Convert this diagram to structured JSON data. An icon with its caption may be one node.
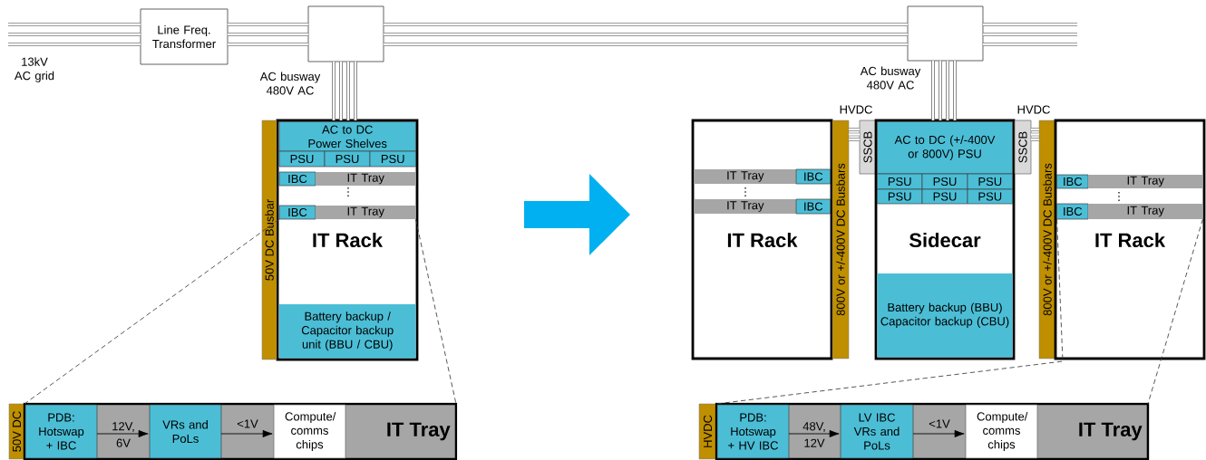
{
  "diagram": {
    "nodes": [
      {
        "text": [
          "Line Freq. Transformer"
        ]
      },
      {
        "text": [],
        "shape": "box"
      },
      {
        "text": [
          "IT Rack"
        ]
      },
      {
        "text": [
          "AC to DC Power Shelves"
        ],
        "in": 2
      },
      {
        "text": [
          "PSU"
        ],
        "in": 2
      },
      {
        "text": [
          "PSU"
        ],
        "in": 2
      },
      {
        "text": [
          "PSU"
        ],
        "in": 2
      },
      {
        "text": [
          "IBC"
        ],
        "in": 2
      },
      {
        "text": [
          "IT Tray"
        ],
        "in": 2
      },
      {
        "text": [
          "IBC"
        ],
        "in": 2
      },
      {
        "text": [
          "IT Tray"
        ],
        "in": 2
      },
      {
        "text": [
          "Battery backup / Capacitor backup unit (BBU / CBU)"
        ],
        "in": 2
      },
      {
        "text": [
          "50V DC Busbar"
        ]
      },
      {
        "text": [],
        "shape": "box"
      },
      {
        "text": [
          "IT Rack"
        ]
      },
      {
        "text": [
          "IT Tray"
        ],
        "in": 14
      },
      {
        "text": [
          "IBC"
        ],
        "in": 14
      },
      {
        "text": [
          "IT Tray"
        ],
        "in": 14
      },
      {
        "text": [
          "IBC"
        ],
        "in": 14
      },
      {
        "text": [
          "800V or +/-400V DC Busbars"
        ]
      },
      {
        "text": [
          "SSCB"
        ]
      },
      {
        "text": [
          "Sidecar"
        ]
      },
      {
        "text": [
          "AC to DC (+/-400V or 800V) PSU"
        ],
        "in": 21
      },
      {
        "text": [
          "PSU"
        ],
        "in": 21
      },
      {
        "text": [
          "PSU"
        ],
        "in": 21
      },
      {
        "text": [
          "PSU"
        ],
        "in": 21
      },
      {
        "text": [
          "PSU"
        ],
        "in": 21
      },
      {
        "text": [
          "PSU"
        ],
        "in": 21
      },
      {
        "text": [
          "PSU"
        ],
        "in": 21
      },
      {
        "text": [
          "Battery backup (BBU) Capacitor backup (CBU)"
        ],
        "in": 21
      },
      {
        "text": [
          "SSCB"
        ]
      },
      {
        "text": [
          "800V or +/-400V DC Busbars"
        ]
      },
      {
        "text": [
          "IT Rack"
        ]
      },
      {
        "text": [
          "IBC"
        ],
        "in": 32
      },
      {
        "text": [
          "IT Tray"
        ],
        "in": 32
      },
      {
        "text": [
          "IBC"
        ],
        "in": 32
      },
      {
        "text": [
          "IT Tray"
        ],
        "in": 32
      },
      {
        "text": [
          "50V DC"
        ]
      },
      {
        "text": [
          "IT Tray"
        ]
      },
      {
        "text": [
          "PDB: Hotswap + IBC"
        ],
        "in": 38
      },
      {
        "text": [
          "VRs and PoLs"
        ],
        "in": 38
      },
      {
        "text": [
          "Compute/ comms chips"
        ],
        "in": 38
      },
      {
        "text": [
          "HVDC"
        ]
      },
      {
        "text": [
          "IT Tray"
        ]
      },
      {
        "text": [
          "PDB: Hotswap + HV IBC"
        ],
        "in": 43
      },
      {
        "text": [
          "LV IBC VRs and PoLs"
        ],
        "in": 43
      },
      {
        "text": [
          "Compute/ comms chips"
        ],
        "in": 43
      }
    ],
    "edges": [
      {
        "from": null,
        "to": 0,
        "arrow": "none",
        "style": "thick"
      },
      {
        "from": 0,
        "to": 1,
        "arrow": "none",
        "style": "thick"
      },
      {
        "from": 1,
        "to": 13,
        "arrow": "none",
        "style": "thick"
      },
      {
        "from": 13,
        "to": null,
        "arrow": "none",
        "style": "thick"
      },
      {
        "from": 1,
        "to": 2,
        "arrow": "none",
        "style": "thick"
      },
      {
        "from": 13,
        "to": 21,
        "arrow": "none",
        "style": "thick"
      },
      {
        "from": 20,
        "to": 19,
        "arrow": "none",
        "style": "thick"
      },
      {
        "from": 30,
        "to": 31,
        "arrow": "none",
        "style": "thick"
      },
      {
        "from": 9,
        "to": 38,
        "arrow": "none",
        "style": "dashed"
      },
      {
        "from": 10,
        "to": 38,
        "arrow": "none",
        "style": "dashed"
      },
      {
        "from": 39,
        "to": 40,
        "arrow": "to",
        "label": "12V, 6V"
      },
      {
        "from": 40,
        "to": 41,
        "arrow": "to",
        "label": "<1V"
      },
      {
        "from": 35,
        "to": 43,
        "arrow": "none",
        "style": "dashed"
      },
      {
        "from": 36,
        "to": 43,
        "arrow": "none",
        "style": "dashed"
      },
      {
        "from": 44,
        "to": 45,
        "arrow": "to",
        "label": "48V, 12V"
      },
      {
        "from": 45,
        "to": 46,
        "arrow": "to",
        "label": "<1V"
      }
    ],
    "labels": [
      "13kV AC grid",
      "AC busway 480V AC",
      "⋮",
      "AC busway 480V AC",
      "HVDC",
      "HVDC",
      "⋮",
      "⋮"
    ]
  }
}
